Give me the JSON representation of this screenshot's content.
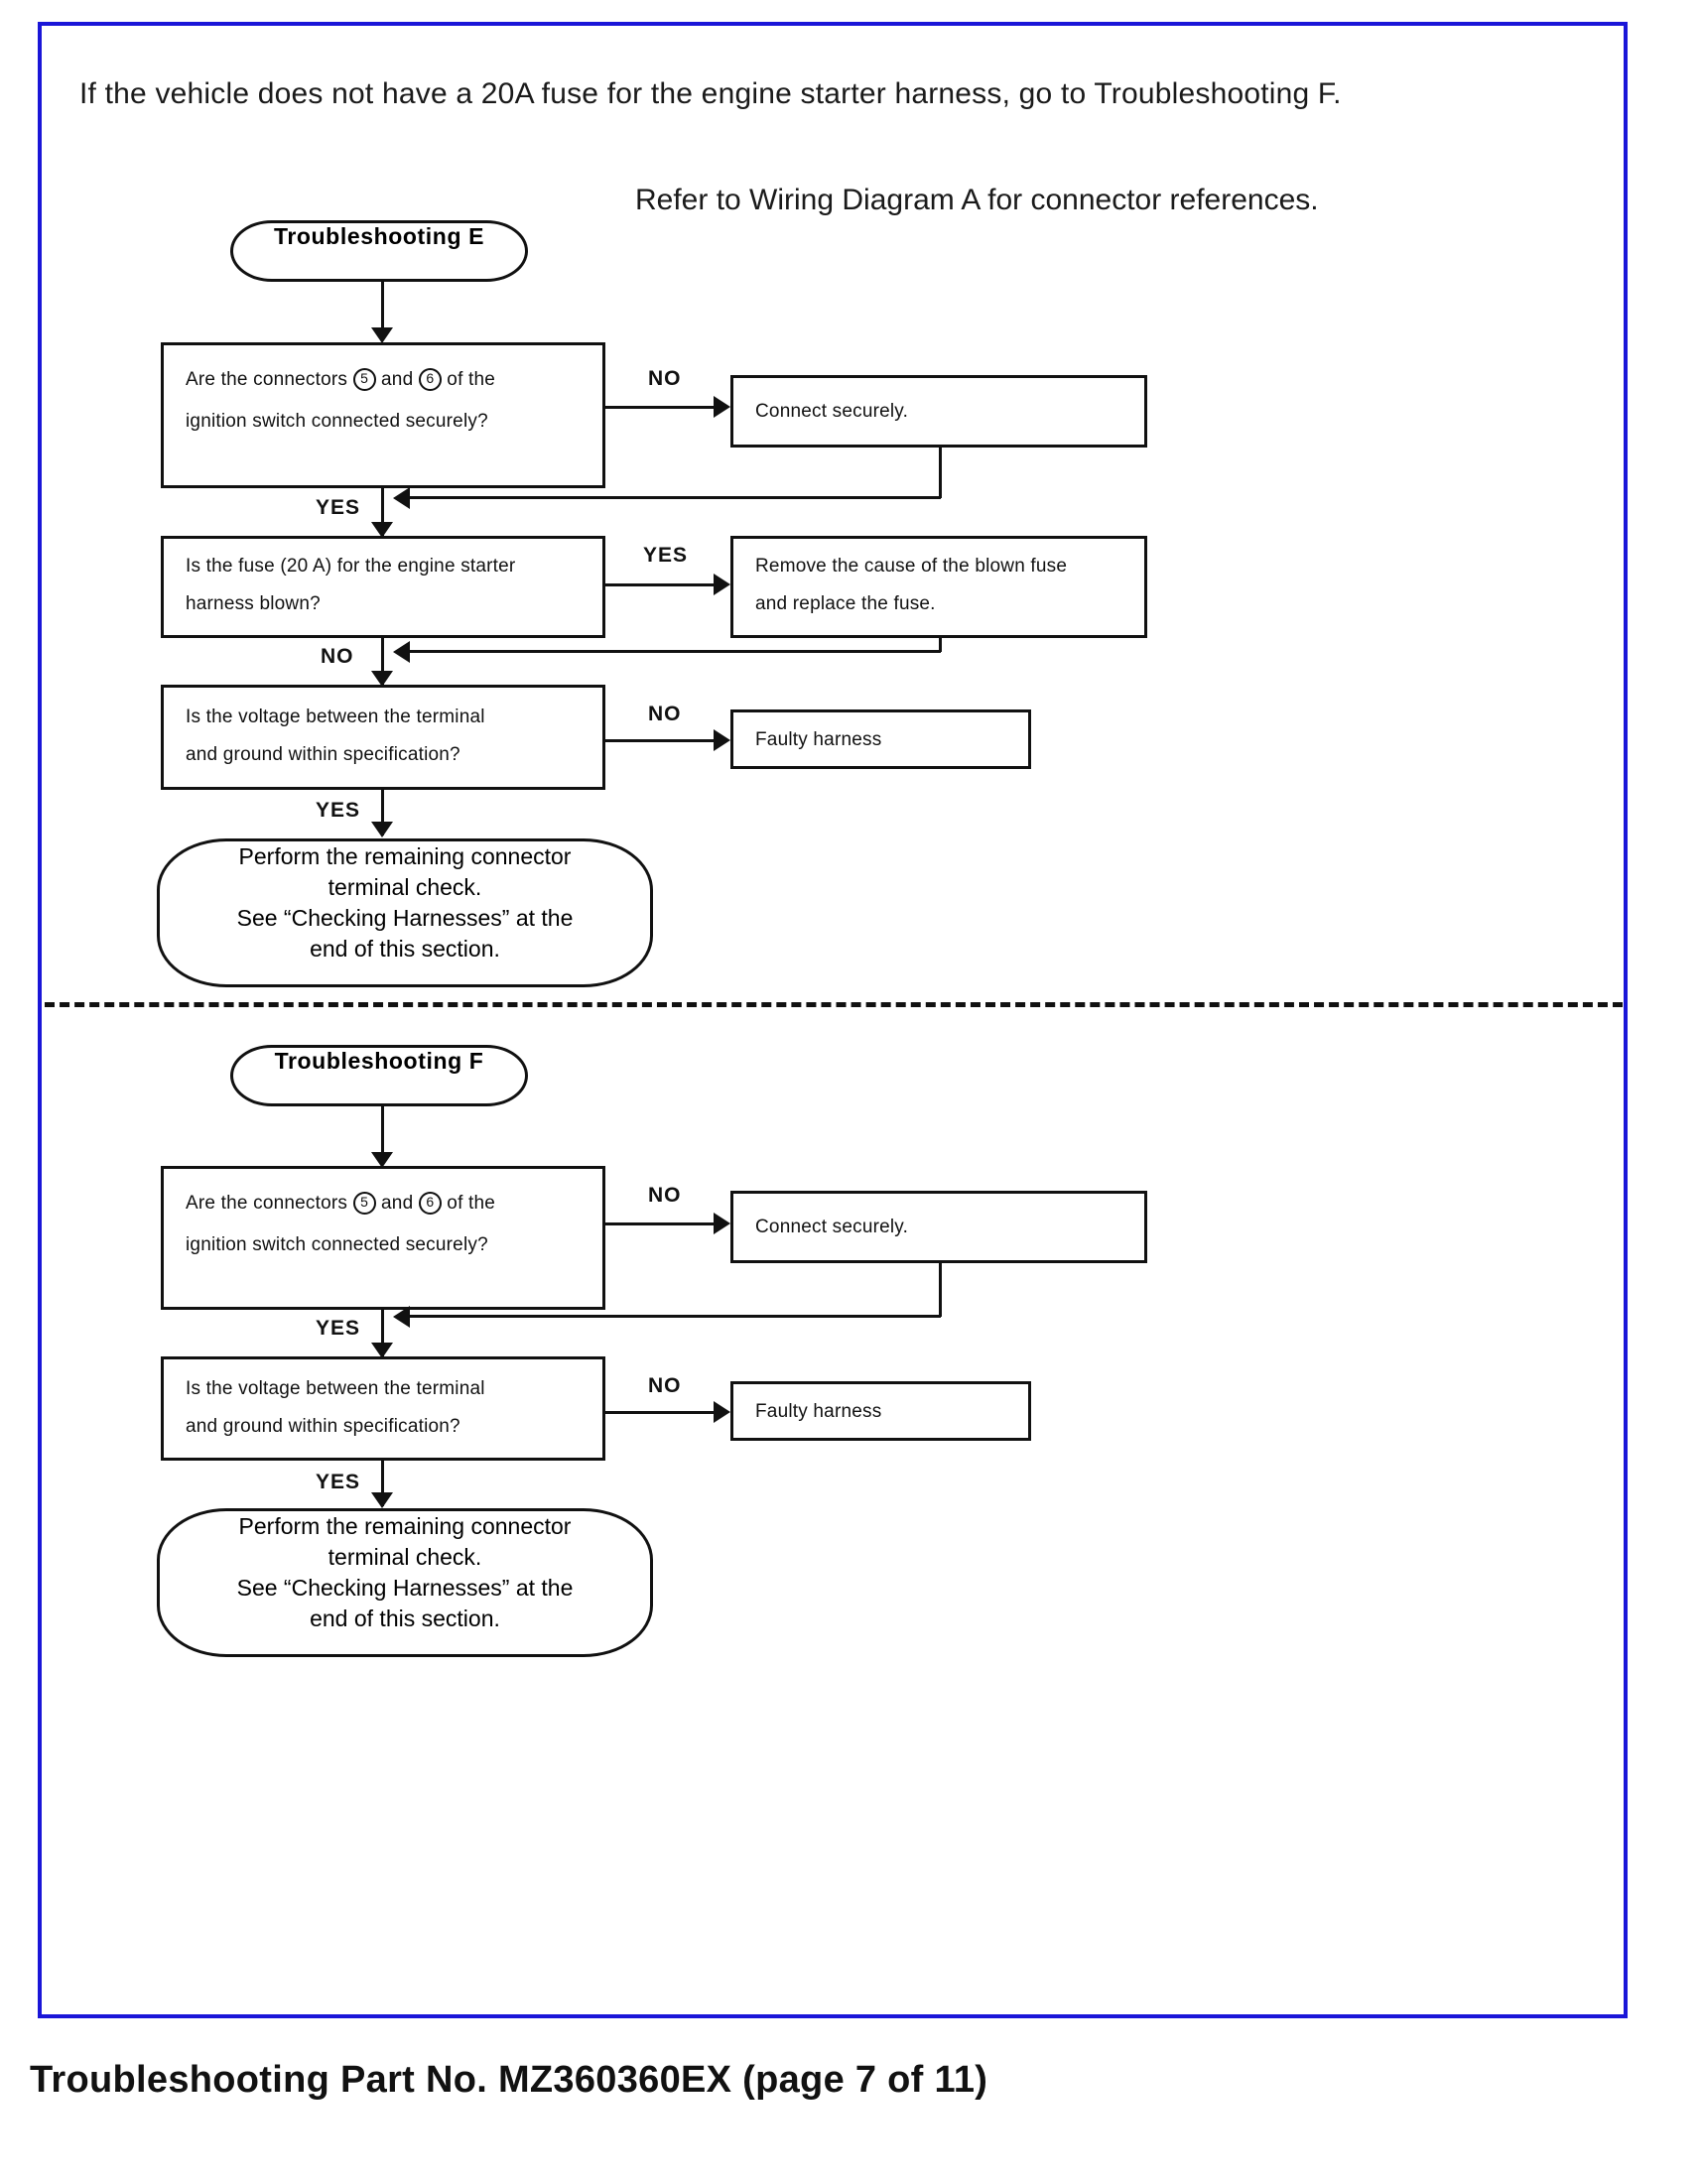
{
  "document": {
    "intro_note": "If the vehicle does not have a 20A fuse for the engine starter harness, go to Troubleshooting F.",
    "refer_note": "Refer to Wiring Diagram A for connector references.",
    "footer": "Troubleshooting Part No. MZ360360EX (page 7 of 11)",
    "border_color": "#1a16d8"
  },
  "flow_e": {
    "title": "Troubleshooting E",
    "q1_line1": "Are  the  connectors  ␄5␄ and  ␄6␄ of  the",
    "q1_line2": "ignition switch connected securely?",
    "q1_no": "NO",
    "q1_yes": "YES",
    "a1": "Connect securely.",
    "q2_line1": "Is the fuse (20 A) for the engine starter",
    "q2_line2": "harness blown?",
    "q2_yes": "YES",
    "q2_no": "NO",
    "a2_line1": "Remove the cause of the blown fuse",
    "a2_line2": "and replace the fuse.",
    "q3_line1": "Is the voltage between the terminal",
    "q3_line2": "and ground within specification?",
    "q3_no": "NO",
    "q3_yes": "YES",
    "a3": "Faulty harness",
    "end_line1": "Perform the remaining connector",
    "end_line2": "terminal check.",
    "end_line3": "See “Checking Harnesses” at the",
    "end_line4": "end of this section."
  },
  "flow_f": {
    "title": "Troubleshooting F",
    "q1_line1": "Are  the  connectors  ␄5␄ and  ␄6␄ of  the",
    "q1_line2": "ignition switch connected securely?",
    "q1_no": "NO",
    "q1_yes": "YES",
    "a1": "Connect securely.",
    "q2_line1": "Is  the  voltage  between  the  terminal",
    "q2_line2": "and ground within specification?",
    "q2_no": "NO",
    "q2_yes": "YES",
    "a2": "Faulty harness",
    "end_line1": "Perform the remaining connector",
    "end_line2": "terminal check.",
    "end_line3": "See “Checking Harnesses” at the",
    "end_line4": "end of this section."
  }
}
